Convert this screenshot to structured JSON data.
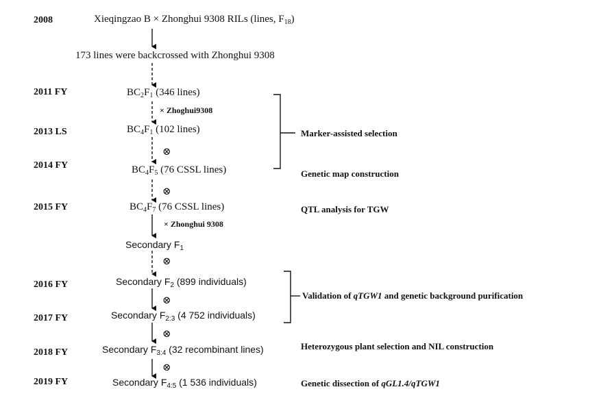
{
  "years": {
    "y2008": "2008",
    "y2011": "2011 FY",
    "y2013": "2013 LS",
    "y2014": "2014 FY",
    "y2015": "2015 FY",
    "y2016": "2016 FY",
    "y2017": "2017 FY",
    "y2018": "2018 FY",
    "y2019": "2019 FY"
  },
  "nodes": {
    "ril": {
      "text": "Xieqingzao B × Zhonghui 9308 RILs (lines, F",
      "sub": "18",
      "tail": ")"
    },
    "backcross": "173 lines were backcrossed with Zhonghui 9308",
    "bc2f1": {
      "pre": "BC",
      "sub1": "2",
      "mid": "F",
      "sub2": "1",
      "tail": " (346 lines)"
    },
    "bc4f1": {
      "pre": "BC",
      "sub1": "4",
      "mid": "F",
      "sub2": "1",
      "tail": " (102 lines)"
    },
    "bc4f5": {
      "pre": "BC",
      "sub1": "4",
      "mid": "F",
      "sub2": "5",
      "tail": " (76 CSSL lines)"
    },
    "bc4f7": {
      "pre": "BC",
      "sub1": "4",
      "mid": "F",
      "sub2": "7",
      "tail": " (76 CSSL lines)"
    },
    "secf1": {
      "pre": "Secondary  F",
      "sub": "1",
      "tail": ""
    },
    "secf2": {
      "pre": "Secondary  F",
      "sub": "2",
      "tail": " (899 individuals)"
    },
    "secf23": {
      "pre": "Secondary  F",
      "sub": "2:3",
      "tail": " (4 752 individuals)"
    },
    "secf34": {
      "pre": "Secondary  F",
      "sub": "3:4",
      "tail": " (32 recombinant  lines)"
    },
    "secf45": {
      "pre": "Secondary  F",
      "sub": "4:5",
      "tail": " (1 536 individuals)"
    }
  },
  "crosses": {
    "c1": "× Zhoghui9308",
    "c2": "× Zhonghui 9308",
    "selfing_symbol": "⊗"
  },
  "notes": {
    "mas": "Marker-assisted selection",
    "gmc": "Genetic map construction",
    "qtl": "QTL analysis for TGW",
    "validation_pre": "Validation of ",
    "validation_gene": "qTGW1",
    "validation_post": " and genetic background purification",
    "hetero": "Heterozygous plant selection and NIL construction",
    "dissect_pre": "Genetic dissection of ",
    "dissect_gene": "qGL1.4/qTGW1"
  }
}
